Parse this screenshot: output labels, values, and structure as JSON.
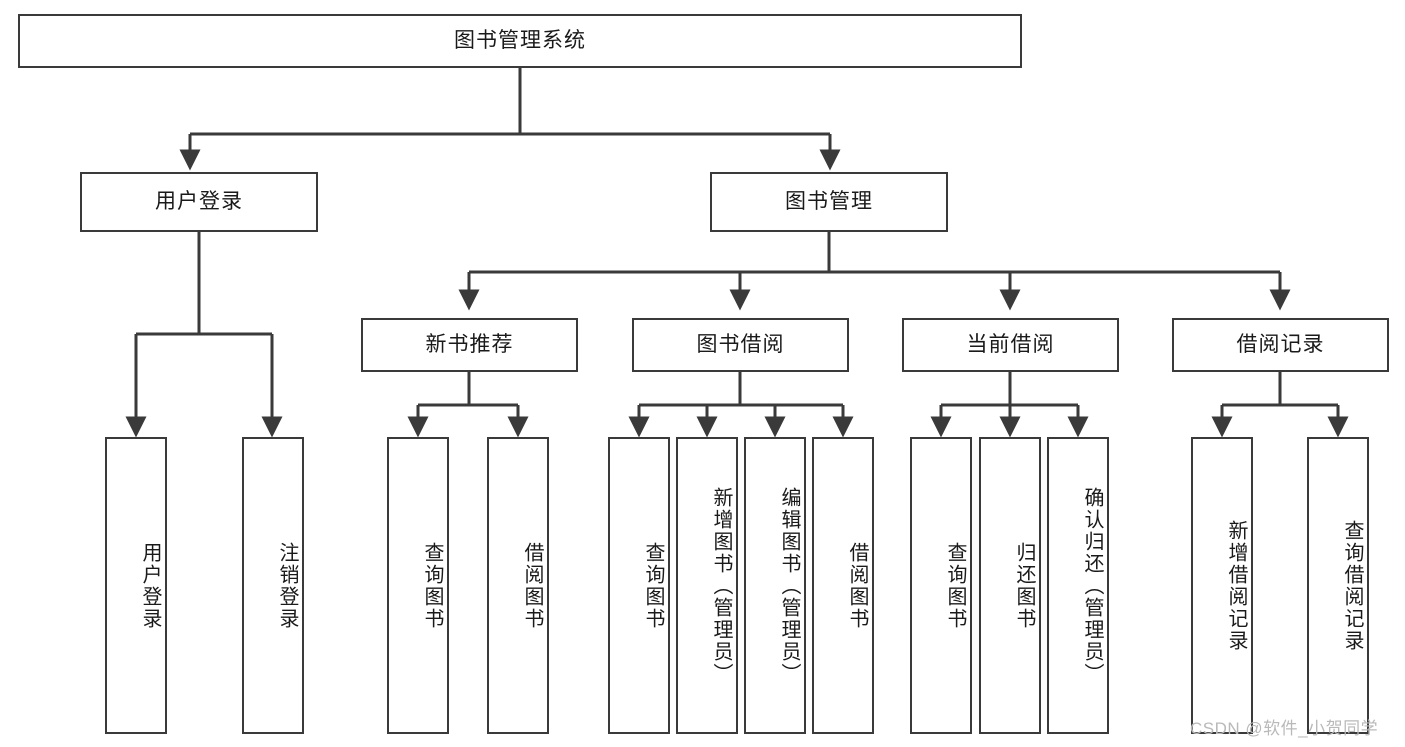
{
  "diagram": {
    "title": "图书管理系统",
    "type": "tree-hierarchy-diagram",
    "root": {
      "id": "root",
      "label": "图书管理系统"
    },
    "level2": [
      {
        "id": "user-login",
        "label": "用户登录"
      },
      {
        "id": "book-manage",
        "label": "图书管理"
      }
    ],
    "level3": [
      {
        "id": "new-book-rec",
        "label": "新书推荐"
      },
      {
        "id": "book-borrow",
        "label": "图书借阅"
      },
      {
        "id": "current-borrow",
        "label": "当前借阅"
      },
      {
        "id": "borrow-record",
        "label": "借阅记录"
      }
    ],
    "leaves": {
      "user_login": [
        {
          "id": "leaf-user-login",
          "label": "用户登录"
        },
        {
          "id": "leaf-logout",
          "label": "注销登录"
        }
      ],
      "new_book_rec": [
        {
          "id": "leaf-query-book-1",
          "label": "查询图书"
        },
        {
          "id": "leaf-borrow-book-1",
          "label": "借阅图书"
        }
      ],
      "book_borrow": [
        {
          "id": "leaf-query-book-2",
          "label": "查询图书"
        },
        {
          "id": "leaf-add-book",
          "label": "新增图书（管理员）"
        },
        {
          "id": "leaf-edit-book",
          "label": "编辑图书（管理员）"
        },
        {
          "id": "leaf-borrow-book-2",
          "label": "借阅图书"
        }
      ],
      "current_borrow": [
        {
          "id": "leaf-query-book-3",
          "label": "查询图书"
        },
        {
          "id": "leaf-return-book",
          "label": "归还图书"
        },
        {
          "id": "leaf-confirm-return",
          "label": "确认归还（管理员）"
        }
      ],
      "borrow_record": [
        {
          "id": "leaf-add-record",
          "label": "新增借阅记录"
        },
        {
          "id": "leaf-query-record",
          "label": "查询借阅记录"
        }
      ]
    }
  },
  "watermark": {
    "text": "CSDN @软件_小贺同学"
  },
  "colors": {
    "border": "#3a3a3a",
    "background": "#ffffff",
    "text": "#1a1a1a",
    "watermark": "#b9b9b9"
  }
}
